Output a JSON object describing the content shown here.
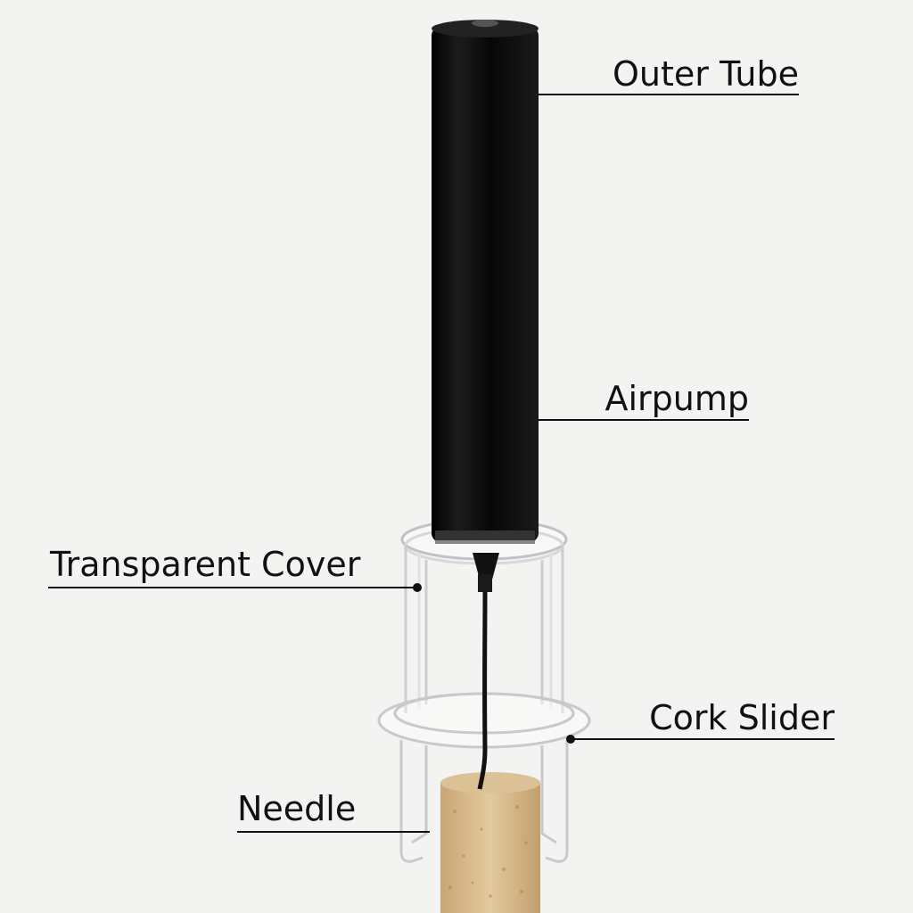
{
  "labels": {
    "outer_tube": "Outer Tube",
    "airpump": "Airpump",
    "transparent_cover": "Transparent Cover",
    "cork_slider": "Cork Slider",
    "needle": "Needle"
  },
  "colors": {
    "background": "#f3f3f2",
    "tube": "#0d0d0d",
    "cork": "#d9b98a",
    "leader_line": "#111111",
    "clear_plastic": "#c9ccd0"
  },
  "icons": {
    "tube": "black-cylinder",
    "cover": "clear-plastic-cage",
    "cork": "cork-cylinder"
  }
}
